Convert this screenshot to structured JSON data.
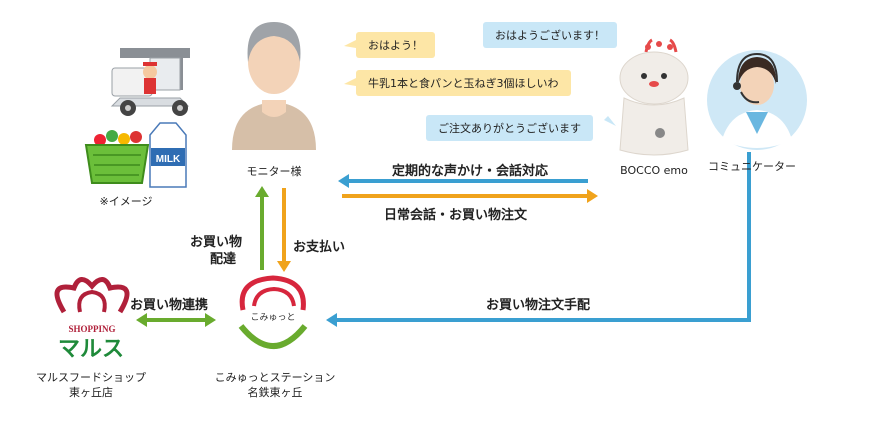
{
  "nodes": {
    "image_note": "※イメージ",
    "monitor": "モニター様",
    "bocco": "BOCCO emo",
    "communicator": "コミュニケーター",
    "shop_name_line1": "マルスフードショップ",
    "shop_name_line2": "東ヶ丘店",
    "station_line1": "こみゅっとステーション",
    "station_line2": "名鉄東ヶ丘"
  },
  "bubbles": {
    "monitor_hello": "おはよう！",
    "monitor_order": "牛乳1本と食パンと玉ねぎ3個ほしいわ",
    "communicator_hello": "おはようございます！",
    "bocco_thanks": "ご注文ありがとうございます"
  },
  "arrows": {
    "regular_call": "定期的な声かけ・会話対応",
    "daily_order": "日常会話・お買い物注文",
    "delivery_line1": "お買い物",
    "delivery_line2": "配達",
    "payment": "お支払い",
    "shopping_link": "お買い物連携",
    "order_arrangement": "お買い物注文手配"
  },
  "logos": {
    "shop_small": "SHOPPING",
    "shop_big": "マルス",
    "station_text": "こみゅっと",
    "milk_text": "MILK"
  },
  "colors": {
    "blue": "#3a9fd1",
    "orange": "#f0a31c",
    "green": "#69ab2e",
    "bubble_yellow": "#fde6a6",
    "bubble_blue": "#c9e7f7"
  }
}
